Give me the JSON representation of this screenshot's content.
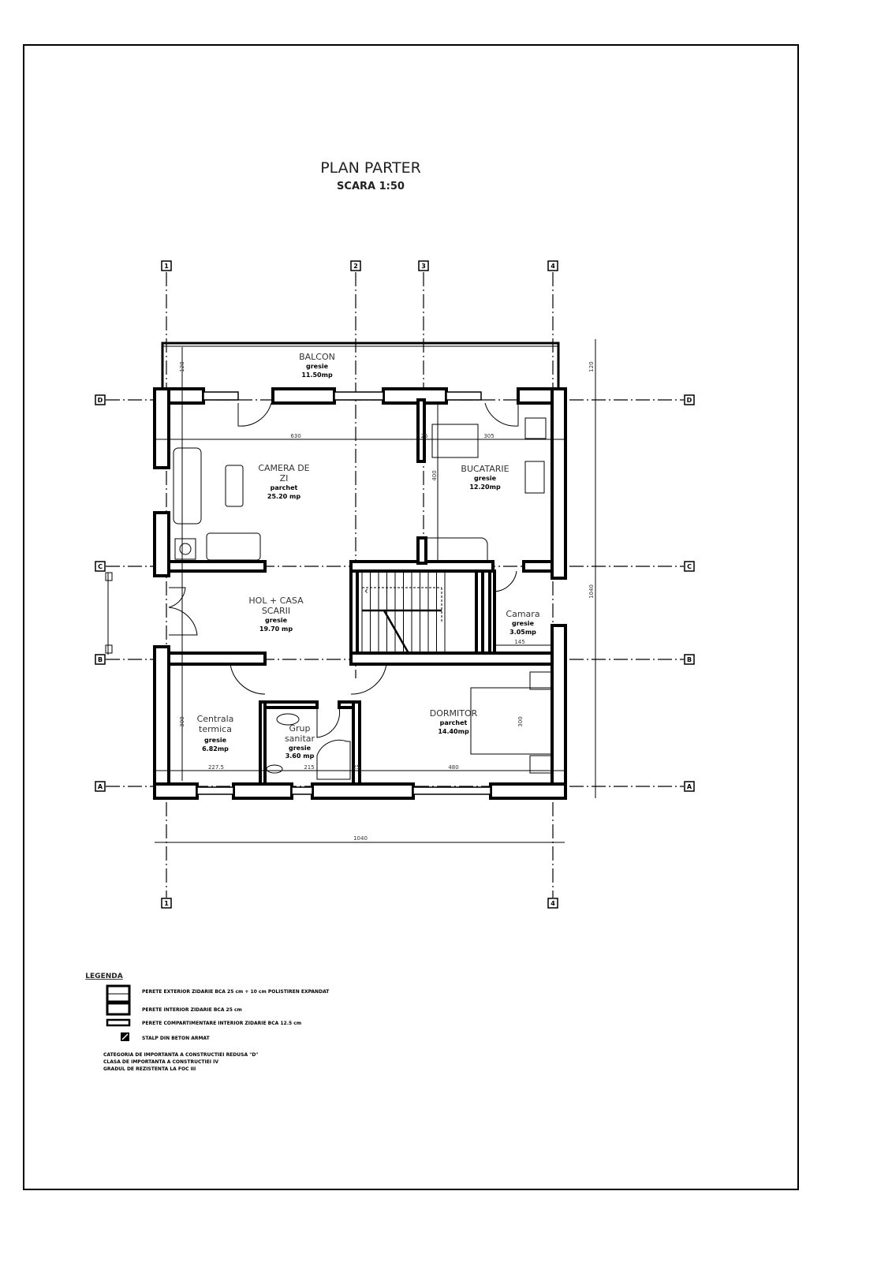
{
  "title": "PLAN PARTER",
  "scale": "SCARA 1:50",
  "axes": {
    "columns": [
      "1",
      "2",
      "3",
      "4"
    ],
    "rows": [
      "D",
      "C",
      "B",
      "A"
    ]
  },
  "rooms": [
    {
      "name_lines": [
        "BALCON"
      ],
      "floor": "gresie",
      "area": "11.50mp"
    },
    {
      "name_lines": [
        "CAMERA DE",
        "ZI"
      ],
      "floor": "parchet",
      "area": "25.20 mp"
    },
    {
      "name_lines": [
        "BUCATARIE"
      ],
      "floor": "gresie",
      "area": "12.20mp"
    },
    {
      "name_lines": [
        "HOL + CASA",
        "SCARII"
      ],
      "floor": "gresie",
      "area": "19.70 mp"
    },
    {
      "name_lines": [
        "Camara"
      ],
      "floor": "gresie",
      "area": "3.05mp"
    },
    {
      "name_lines": [
        "Centrala",
        "termica"
      ],
      "floor": "gresie",
      "area": "6.82mp"
    },
    {
      "name_lines": [
        "Grup",
        "sanitar"
      ],
      "floor": "gresie",
      "area": "3.60 mp"
    },
    {
      "name_lines": [
        "DORMITOR"
      ],
      "floor": "parchet",
      "area": "14.40mp"
    }
  ],
  "dimensions": {
    "balcony_depth": "120",
    "living_width": "630",
    "wall_25": "25",
    "kitchen_width": "305",
    "kitchen_depth": "400",
    "centrala_width": "227.5",
    "grup_width": "215",
    "wall_25b": "25",
    "dormitor_width": "480",
    "camara_width": "145",
    "centrala_depth": "300",
    "dormitor_depth": "300",
    "overall_width": "1040",
    "overall_depth": "1040",
    "right_balcony": "120"
  },
  "legend": {
    "title": "LEGENDA",
    "items": [
      "PERETE EXTERIOR ZIDARIE BCA 25 cm + 10 cm POLISTIREN EXPANDAT",
      "PERETE INTERIOR ZIDARIE BCA 25 cm",
      "PERETE COMPARTIMENTARE INTERIOR ZIDARIE BCA 12.5 cm",
      "STALP DIN BETON ARMAT"
    ],
    "notes": [
      "CATEGORIA DE IMPORTANTA A CONSTRUCTIEI REDUSA \"D\"",
      "CLASA DE IMPORTANTA A CONSTRUCTIEI IV",
      "GRADUL DE REZISTENTA LA FOC III"
    ]
  }
}
